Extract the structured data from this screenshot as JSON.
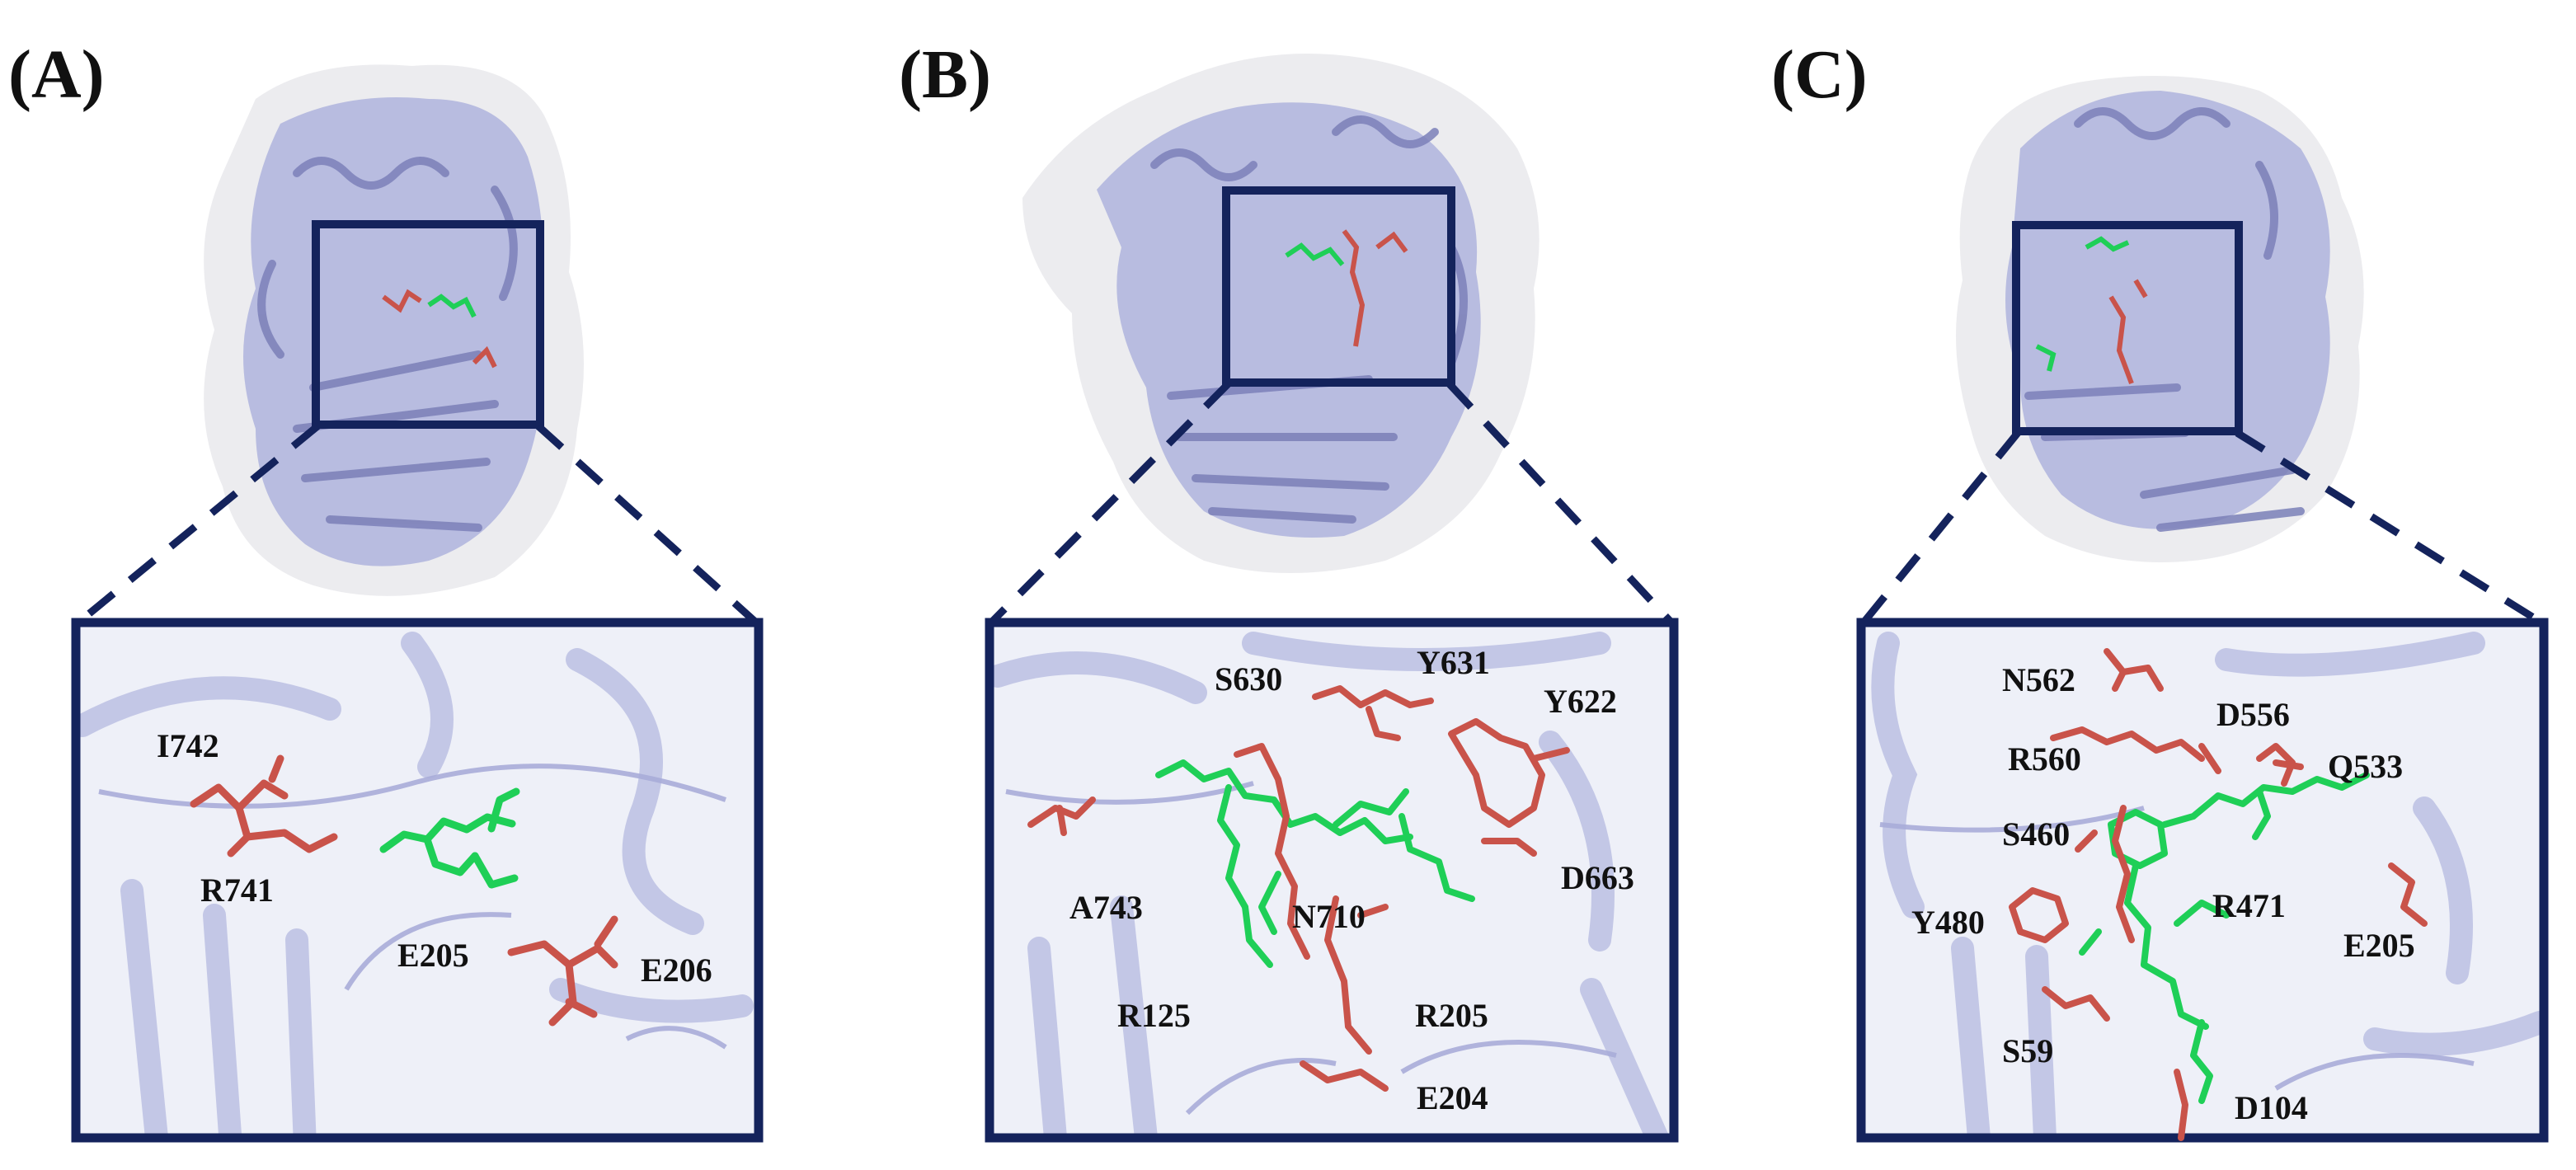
{
  "colors": {
    "protein": "#9ea3d3",
    "protein_dark": "#7b80b8",
    "surface": "#e9e9ec",
    "inset_bg": "#eef0f8",
    "residue": "#c9534a",
    "ligand": "#1fcf57",
    "frame": "#14235c"
  },
  "panels": [
    {
      "label": "(A)",
      "residues": [
        {
          "name": "I742"
        },
        {
          "name": "R741"
        },
        {
          "name": "E205"
        },
        {
          "name": "E206"
        }
      ]
    },
    {
      "label": "(B)",
      "residues": [
        {
          "name": "S630"
        },
        {
          "name": "Y631"
        },
        {
          "name": "Y622"
        },
        {
          "name": "D663"
        },
        {
          "name": "A743"
        },
        {
          "name": "N710"
        },
        {
          "name": "R125"
        },
        {
          "name": "R205"
        },
        {
          "name": "E204"
        }
      ]
    },
    {
      "label": "(C)",
      "residues": [
        {
          "name": "N562"
        },
        {
          "name": "D556"
        },
        {
          "name": "R560"
        },
        {
          "name": "Q533"
        },
        {
          "name": "S460"
        },
        {
          "name": "Y480"
        },
        {
          "name": "R471"
        },
        {
          "name": "E205"
        },
        {
          "name": "S59"
        },
        {
          "name": "D104"
        }
      ]
    }
  ]
}
